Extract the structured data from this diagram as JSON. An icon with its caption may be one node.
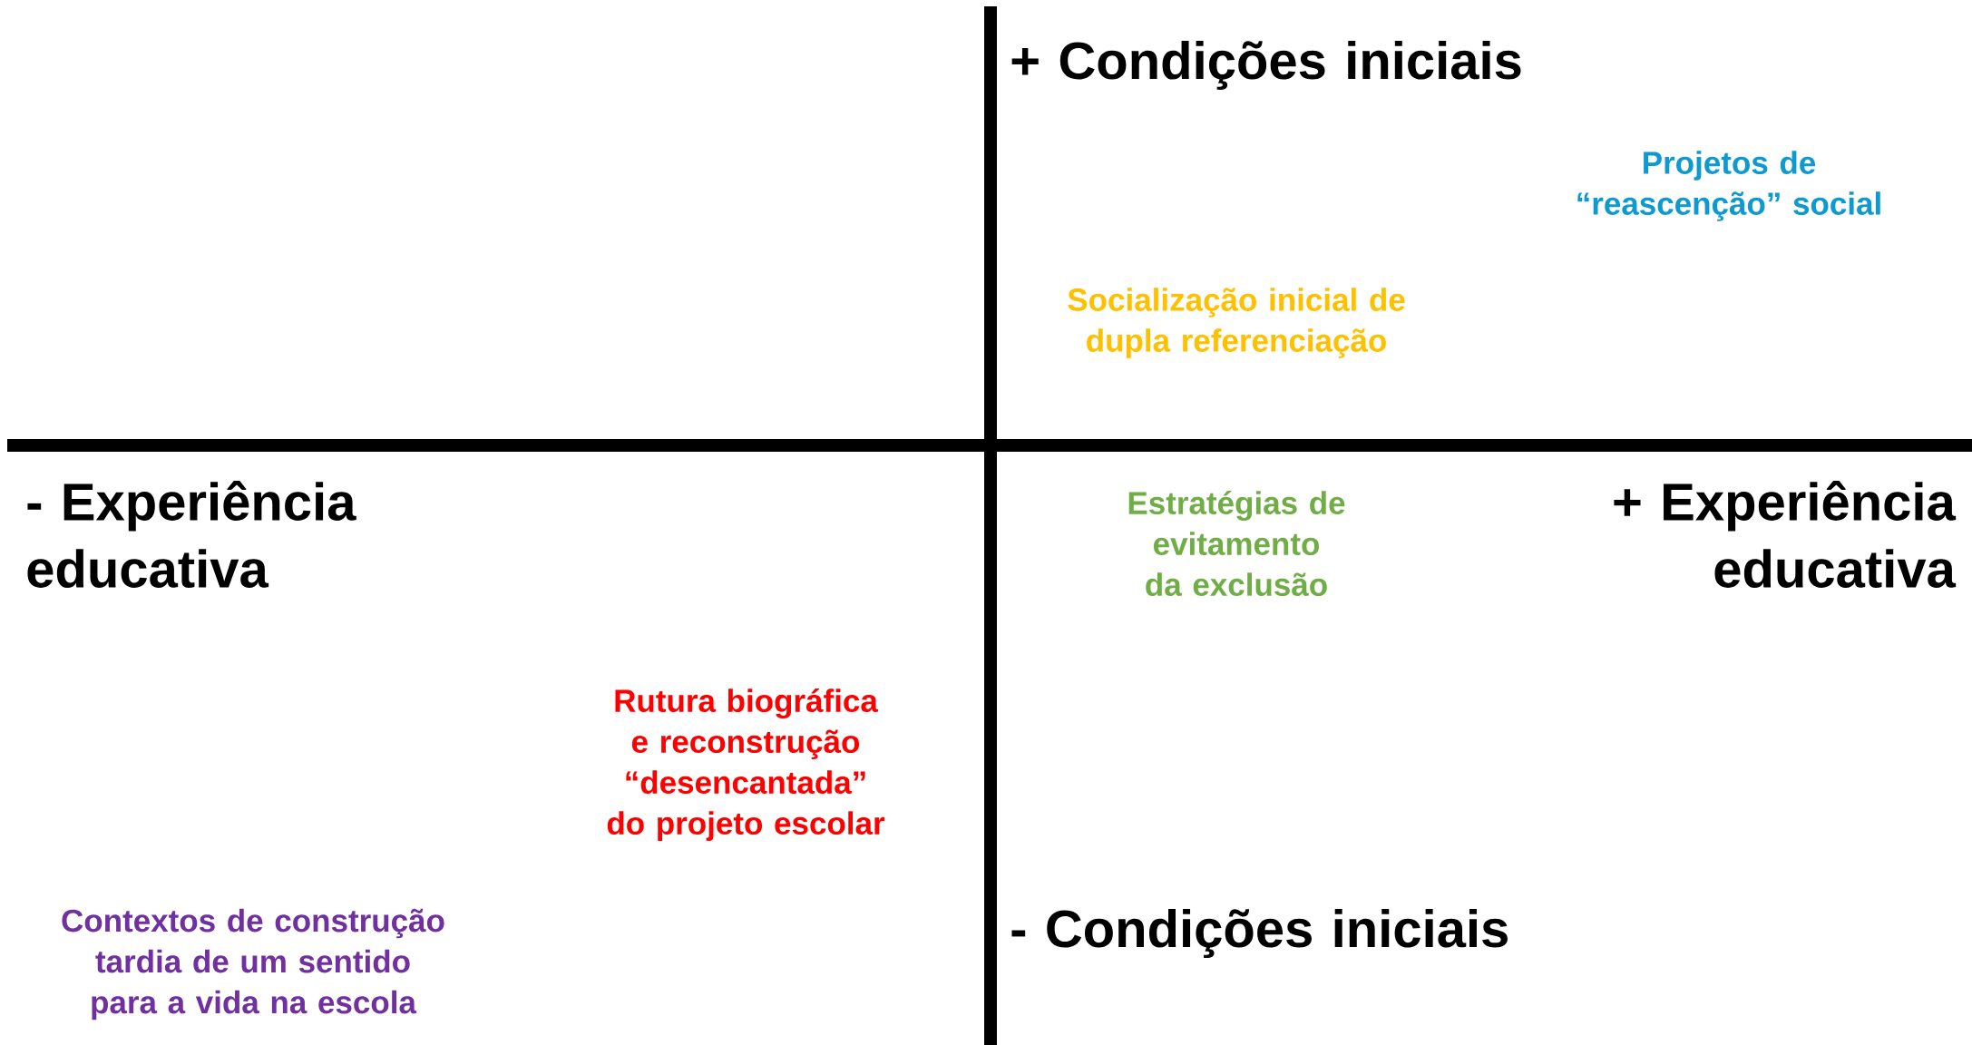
{
  "diagram": {
    "labels": [
      "+ Condições iniciais",
      "Projetos de “reascenção” social",
      "Socialização inicial de dupla referenciação",
      "- Experiência educativa",
      "Estratégias de evitamento da exclusão",
      "+ Experiência educativa",
      "Rutura biográfica e reconstrução “desencantada” do projeto escolar",
      "- Condições iniciais",
      "Contextos de construção tardia de um sentido para a vida na escola"
    ]
  }
}
